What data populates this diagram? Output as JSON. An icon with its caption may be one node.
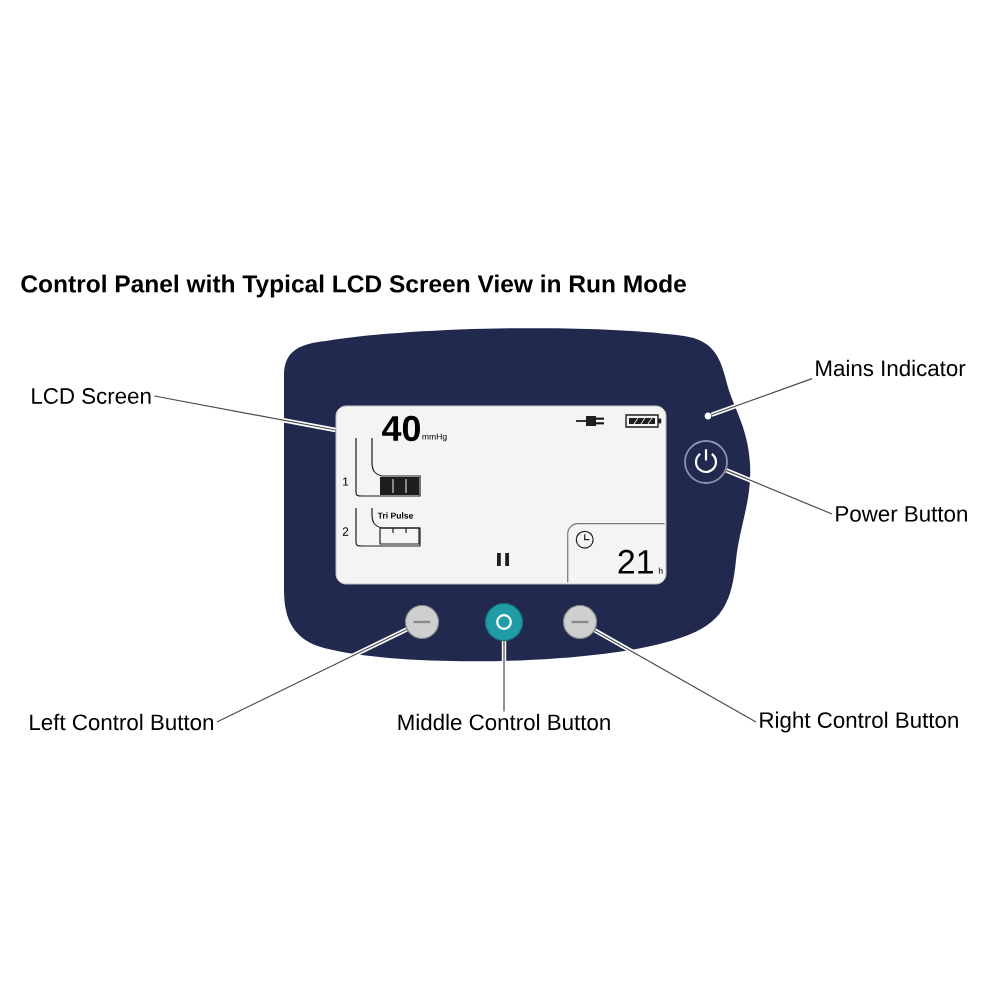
{
  "diagram": {
    "title": "Control Panel with Typical LCD Screen View in Run Mode",
    "nodes": [
      {
        "text": [
          "LCD Screen"
        ]
      },
      {
        "text": [
          "Mains Indicator"
        ]
      },
      {
        "text": [
          "40",
          "mmHg",
          "1",
          "2",
          "Tri Pulse"
        ]
      },
      {
        "text": [
          "21",
          "h"
        ],
        "in": 2
      },
      {
        "text": [],
        "shape": "circle"
      },
      {
        "text": [],
        "shape": "circle"
      },
      {
        "text": [
          "Power Button"
        ]
      },
      {
        "text": [],
        "shape": "circle"
      },
      {
        "text": [],
        "shape": "circle"
      },
      {
        "text": [],
        "shape": "circle"
      },
      {
        "text": [
          "Left Control Button"
        ]
      },
      {
        "text": [
          "Middle Control Button"
        ]
      },
      {
        "text": [
          "Right Control Button"
        ]
      }
    ],
    "edges": [
      {
        "from": 0,
        "to": 2,
        "arrow": "none"
      },
      {
        "from": 1,
        "to": 4,
        "arrow": "none"
      },
      {
        "from": 6,
        "to": 5,
        "arrow": "none"
      },
      {
        "from": 10,
        "to": 7,
        "arrow": "none"
      },
      {
        "from": 11,
        "to": 8,
        "arrow": "none"
      },
      {
        "from": 12,
        "to": 9,
        "arrow": "none"
      }
    ]
  }
}
